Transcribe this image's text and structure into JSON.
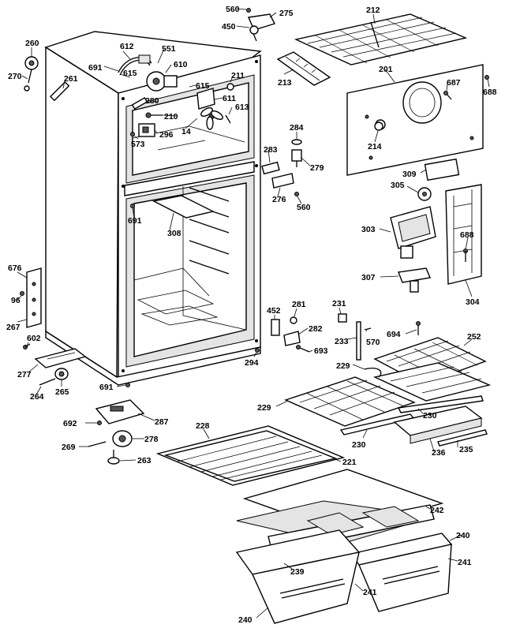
{
  "labels": {
    "p560a": "560",
    "p275": "275",
    "p450": "450",
    "p212": "212",
    "p260": "260",
    "p270": "270",
    "p261": "261",
    "p612": "612",
    "p551": "551",
    "p691a": "691",
    "p615": "615",
    "p610": "610",
    "p615b": "615",
    "p211": "211",
    "p611": "611",
    "p613": "613",
    "p280": "280",
    "p210": "210",
    "p296": "296",
    "p573": "573",
    "p14": "14",
    "p213": "213",
    "p201": "201",
    "p687": "687",
    "p688a": "688",
    "p284": "284",
    "p283": "283",
    "p279": "279",
    "p276": "276",
    "p560b": "560",
    "p214": "214",
    "p309": "309",
    "p305": "305",
    "p691b": "691",
    "p308": "308",
    "p303": "303",
    "p688b": "688",
    "p307": "307",
    "p304": "304",
    "p676": "676",
    "p96": "96",
    "p267": "267",
    "p602": "602",
    "p277": "277",
    "p264": "264",
    "p265": "265",
    "p691c": "691",
    "p294": "294",
    "p452": "452",
    "p281": "281",
    "p282": "282",
    "p693": "693",
    "p231": "231",
    "p233": "233",
    "p570": "570",
    "p694": "694",
    "p252": "252",
    "p229a": "229",
    "p229b": "229",
    "p230a": "230",
    "p230b": "230",
    "p236": "236",
    "p235": "235",
    "p692": "692",
    "p287": "287",
    "p278": "278",
    "p269": "269",
    "p263": "263",
    "p228": "228",
    "p221": "221",
    "p242": "242",
    "p240a": "240",
    "p241a": "241",
    "p239": "239",
    "p241b": "241",
    "p240b": "240"
  }
}
